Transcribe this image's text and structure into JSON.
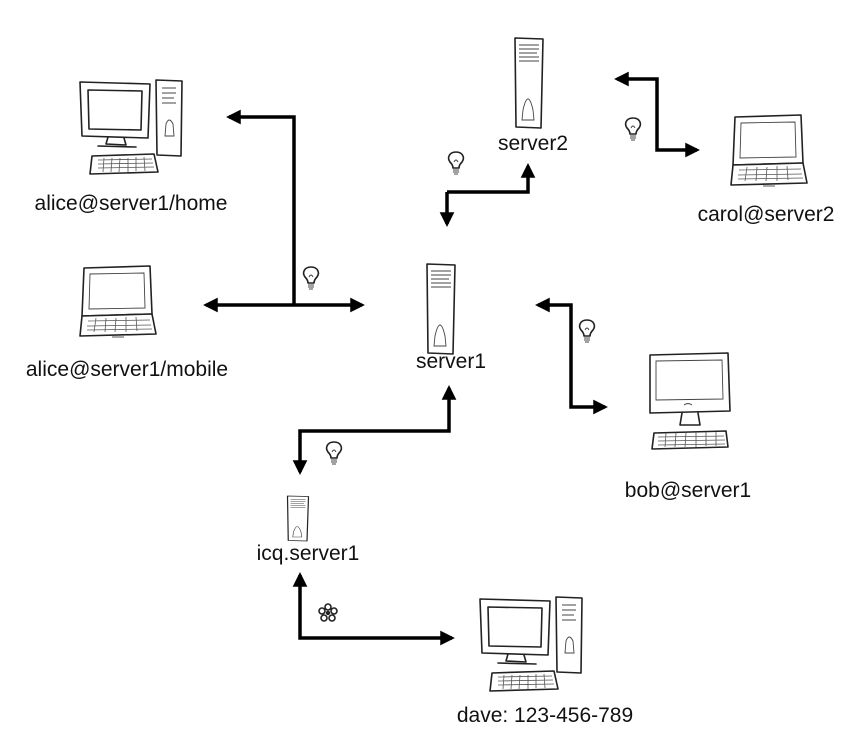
{
  "nodes": {
    "alice_home": "alice@server1/home",
    "alice_mobile": "alice@server1/mobile",
    "server2": "server2",
    "carol": "carol@server2",
    "server1": "server1",
    "bob": "bob@server1",
    "icq": "icq.server1",
    "dave": "dave: 123-456-789"
  },
  "icons": {
    "jabber_protocol": "lightbulb-icon",
    "icq_protocol": "flower-icon"
  }
}
